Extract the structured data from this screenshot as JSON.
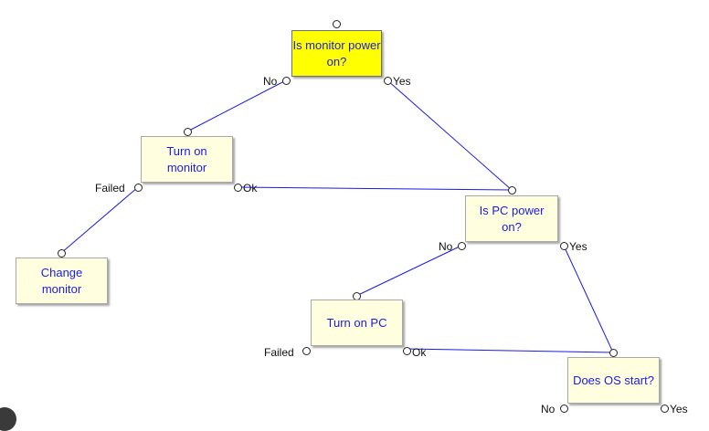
{
  "nodes": {
    "monitor_power": {
      "label": "Is monitor power on?"
    },
    "turn_on_monitor": {
      "label": "Turn on monitor"
    },
    "change_monitor": {
      "label": "Change monitor"
    },
    "pc_power": {
      "label": "Is PC power on?"
    },
    "turn_on_pc": {
      "label": "Turn on PC"
    },
    "os_start": {
      "label": "Does OS start?"
    }
  },
  "ports": {
    "monitor_no": "No",
    "monitor_yes": "Yes",
    "monitor_turnon_failed": "Failed",
    "monitor_turnon_ok": "Ok",
    "pc_no": "No",
    "pc_yes": "Yes",
    "pc_turnon_failed": "Failed",
    "pc_turnon_ok": "Ok",
    "os_no": "No",
    "os_yes": "Yes"
  },
  "colors": {
    "node_fill": "#ffffe0",
    "selected_fill": "#ffff00",
    "text": "#1a1ae6",
    "connector": "#1a1ae6"
  }
}
